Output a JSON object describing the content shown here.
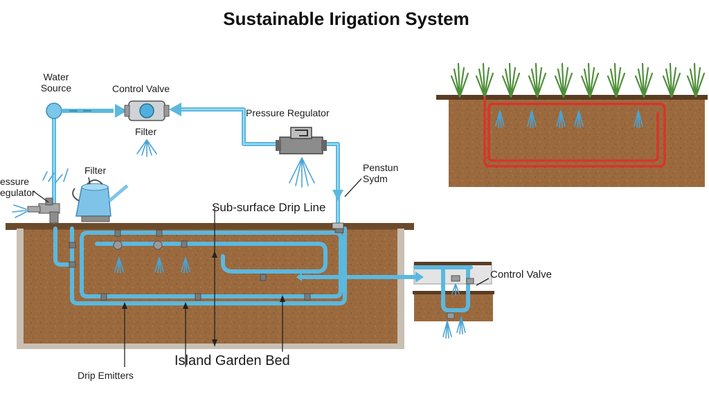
{
  "title": "Sustainable Irigation System",
  "labels": {
    "water_source_1": "Water",
    "water_source_2": "Source",
    "control_valve_top": "Control Valve",
    "filter_top": "Filter",
    "pressure_regulator_top": "Pressure Regulator",
    "filter_left": "Filter",
    "pressure_regulator_left_1": "essure",
    "pressure_regulator_left_2": "egulator",
    "penstun_1": "Penstun",
    "penstun_2": "Sydm",
    "subsurface_drip_line": "Sub-surface Drip Line",
    "control_valve_right": "Control Valve",
    "island_garden_bed": "Island Garden Bed",
    "drip_emitters": "Drip Emitters"
  },
  "colors": {
    "pipe_blue": "#5bb8df",
    "pipe_red": "#d8342a",
    "soil": "#9a6a3e",
    "soil_edge": "#6e4a2a",
    "grass": "#4f8f3a",
    "water_spray": "#4aa3d6"
  },
  "icons": {
    "source": "water-source-icon",
    "valve": "control-valve-icon",
    "regulator": "pressure-regulator-icon",
    "can": "watering-can-icon",
    "faucet": "faucet-icon",
    "emitter": "drip-emitter-icon"
  }
}
